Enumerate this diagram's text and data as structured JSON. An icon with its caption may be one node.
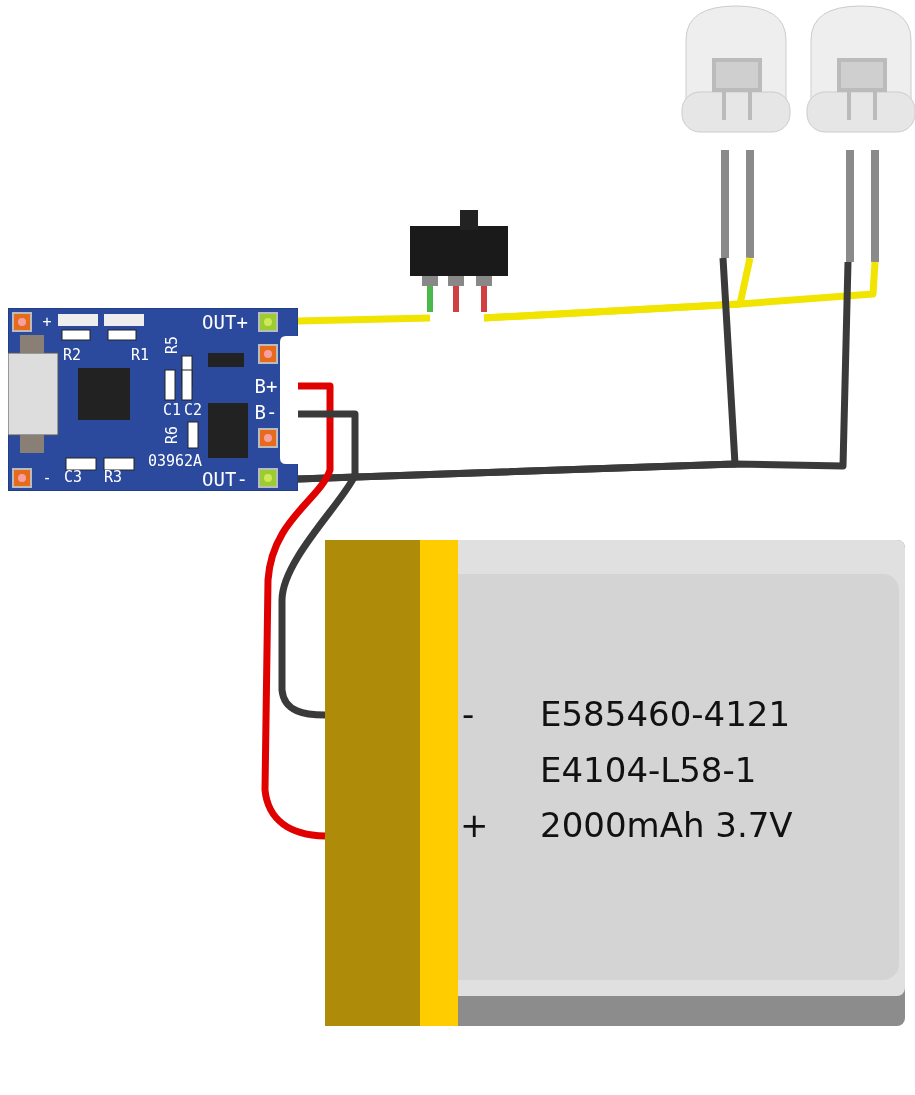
{
  "diagram": {
    "nodes": [
      {
        "text": [
          "+",
          "OUT+",
          "R2",
          "R1",
          "R5",
          "B+",
          "C1",
          "C2",
          "B-",
          "R6",
          "03962A",
          "-",
          "C3",
          "R3",
          "OUT-"
        ]
      },
      {
        "text": [],
        "shape": "picture"
      },
      {
        "text": [],
        "shape": "picture"
      },
      {
        "text": [],
        "shape": "picture"
      },
      {
        "text": [
          "-",
          "E585460-4121",
          "E4104-L58-1",
          "+",
          "2000mAh 3.7V"
        ]
      }
    ],
    "edges": [
      {
        "from": 0,
        "to": 1,
        "arrow": "none",
        "color": "#f0e400"
      },
      {
        "from": 1,
        "to": 2,
        "arrow": "none",
        "color": "#f0e400"
      },
      {
        "from": 1,
        "to": 3,
        "arrow": "none",
        "color": "#f0e400"
      },
      {
        "from": 0,
        "to": 2,
        "arrow": "none",
        "color": "#3a3a3a"
      },
      {
        "from": 0,
        "to": 3,
        "arrow": "none",
        "color": "#3a3a3a"
      },
      {
        "from": 0,
        "to": 4,
        "arrow": "none",
        "color": "#e00000"
      },
      {
        "from": 0,
        "to": 4,
        "arrow": "none",
        "color": "#3a3a3a"
      }
    ]
  }
}
